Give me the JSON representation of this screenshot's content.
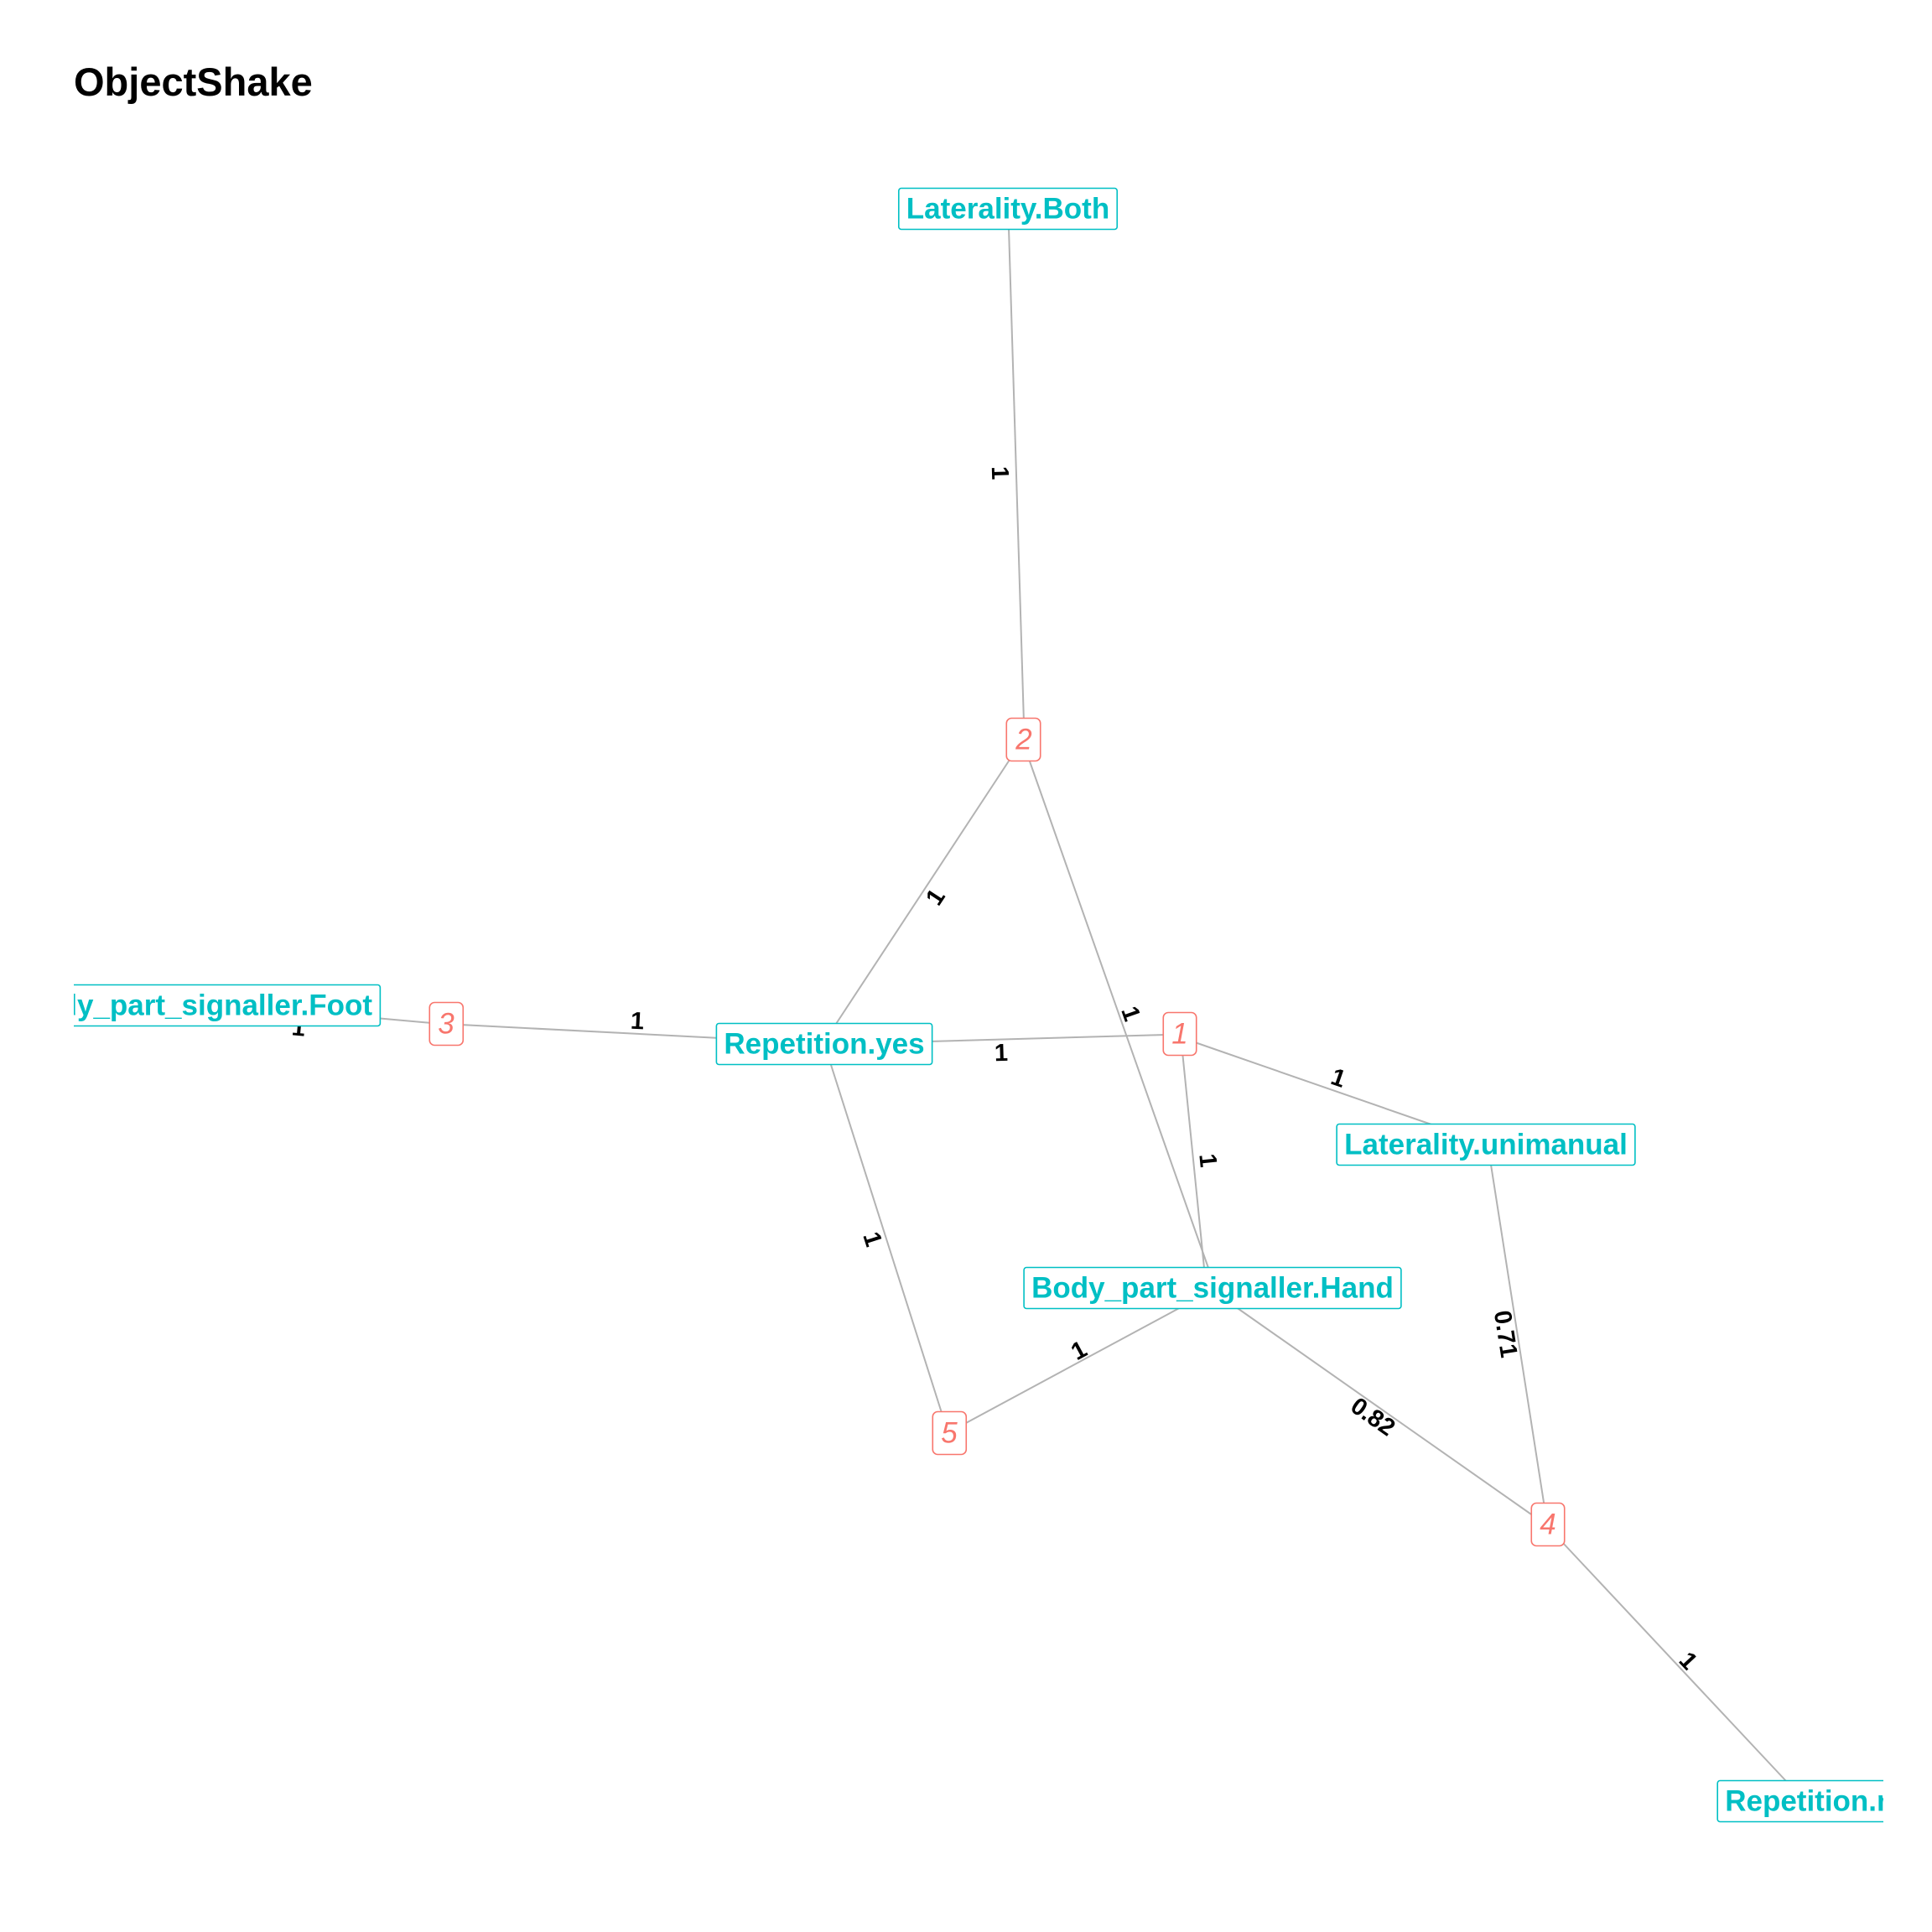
{
  "title": "ObjectShake",
  "colors": {
    "attribute_node": "#00bfc4",
    "cluster_node": "#f8766d",
    "edge": "#b3b3b3",
    "edge_label": "#000000"
  },
  "nodes": [
    {
      "id": "laterality_both",
      "label": "Laterality.Both",
      "kind": "attribute"
    },
    {
      "id": "c2",
      "label": "2",
      "kind": "cluster"
    },
    {
      "id": "foot",
      "label": "Body_part_signaller.Foot",
      "kind": "attribute"
    },
    {
      "id": "c3",
      "label": "3",
      "kind": "cluster"
    },
    {
      "id": "repetition_yes",
      "label": "Repetition.yes",
      "kind": "attribute"
    },
    {
      "id": "c1",
      "label": "1",
      "kind": "cluster"
    },
    {
      "id": "laterality_unimanual",
      "label": "Laterality.unimanual",
      "kind": "attribute"
    },
    {
      "id": "hand",
      "label": "Body_part_signaller.Hand",
      "kind": "attribute"
    },
    {
      "id": "c5",
      "label": "5",
      "kind": "cluster"
    },
    {
      "id": "c4",
      "label": "4",
      "kind": "cluster"
    },
    {
      "id": "repetition_no",
      "label": "Repetition.no",
      "kind": "attribute"
    }
  ],
  "edges": [
    {
      "from": "laterality_both",
      "to": "c2",
      "weight": "1"
    },
    {
      "from": "c2",
      "to": "repetition_yes",
      "weight": "1"
    },
    {
      "from": "c2",
      "to": "hand",
      "weight": "1"
    },
    {
      "from": "foot",
      "to": "c3",
      "weight": "1"
    },
    {
      "from": "c3",
      "to": "repetition_yes",
      "weight": "1"
    },
    {
      "from": "repetition_yes",
      "to": "c1",
      "weight": "1"
    },
    {
      "from": "c1",
      "to": "laterality_unimanual",
      "weight": "1"
    },
    {
      "from": "c1",
      "to": "hand",
      "weight": "1"
    },
    {
      "from": "repetition_yes",
      "to": "c5",
      "weight": "1"
    },
    {
      "from": "hand",
      "to": "c5",
      "weight": "1"
    },
    {
      "from": "hand",
      "to": "c4",
      "weight": "0.82"
    },
    {
      "from": "laterality_unimanual",
      "to": "c4",
      "weight": "0.71"
    },
    {
      "from": "c4",
      "to": "repetition_no",
      "weight": "1"
    }
  ]
}
